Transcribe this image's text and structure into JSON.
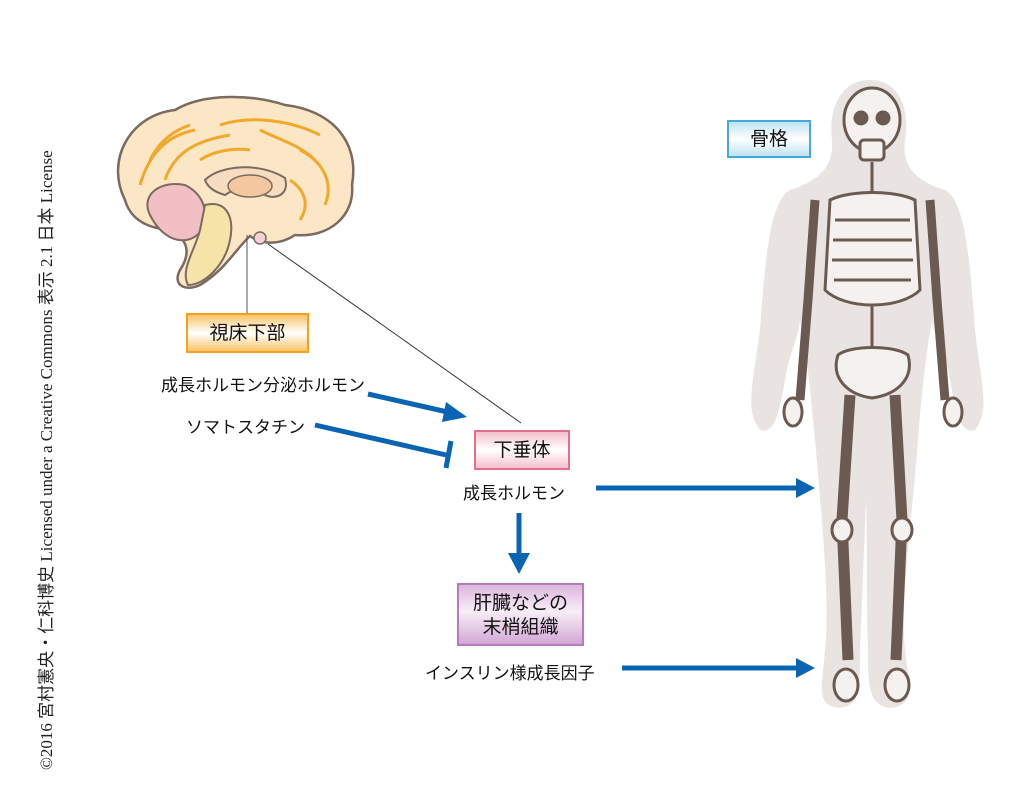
{
  "copyright": "©2016 宮村憲央・仁科博史 Licensed under a Creative Commons 表示 2.1 日本 License",
  "boxes": {
    "hypothalamus": "視床下部",
    "pituitary": "下垂体",
    "liver": "肝臓などの末梢組織",
    "bone": "骨格"
  },
  "labels": {
    "ghrh": "成長ホルモン分泌ホルモン",
    "somatostatin": "ソマトスタチン",
    "gh": "成長ホルモン",
    "igf1": "インスリン様成長因子"
  },
  "colors": {
    "arrow": "#0a64b4"
  }
}
